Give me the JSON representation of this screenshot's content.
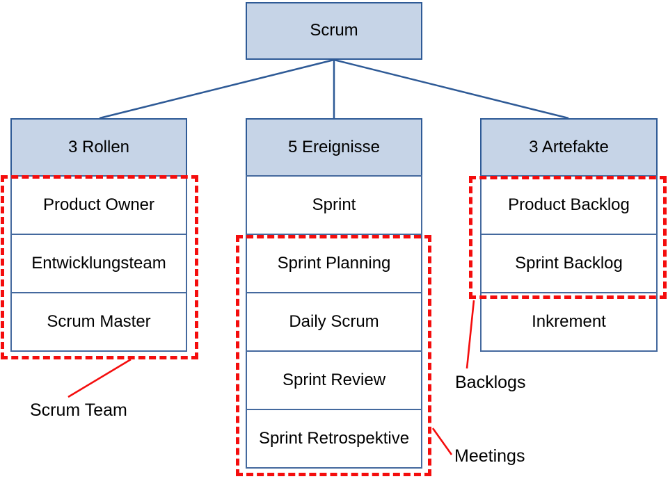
{
  "title": "Scrum",
  "columns": [
    {
      "header": "3 Rollen",
      "cells": [
        "Product Owner",
        "Entwicklungsteam",
        "Scrum Master"
      ]
    },
    {
      "header": "5 Ereignisse",
      "cells": [
        "Sprint",
        "Sprint Planning",
        "Daily Scrum",
        "Sprint Review",
        "Sprint Retrospektive"
      ]
    },
    {
      "header": "3 Artefakte",
      "cells": [
        "Product Backlog",
        "Sprint Backlog",
        "Inkrement"
      ]
    }
  ],
  "groups": [
    {
      "id": "scrum-team",
      "label": "Scrum Team",
      "encloses": [
        "Product Owner",
        "Entwicklungsteam",
        "Scrum Master"
      ]
    },
    {
      "id": "meetings",
      "label": "Meetings",
      "encloses": [
        "Sprint Planning",
        "Daily Scrum",
        "Sprint Review",
        "Sprint Retrospektive"
      ]
    },
    {
      "id": "backlogs",
      "label": "Backlogs",
      "encloses": [
        "Product Backlog",
        "Sprint Backlog"
      ]
    }
  ],
  "colors": {
    "box_fill": "#c6d4e7",
    "box_border": "#2e5a96",
    "cell_border": "#44699e",
    "connector": "#2e5a96",
    "highlight": "#f40d0d",
    "text": "#000000"
  }
}
